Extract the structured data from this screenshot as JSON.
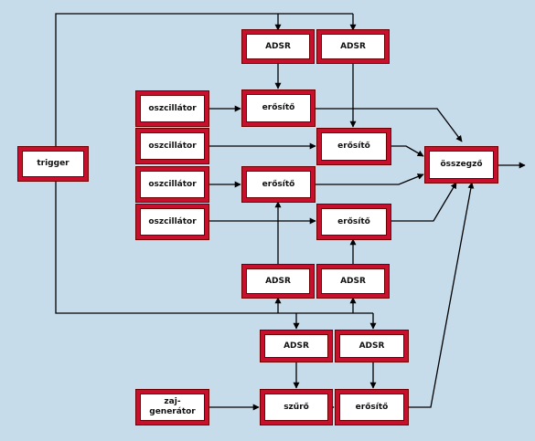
{
  "colors": {
    "background": "#c6dceb",
    "box_border": "#c8102e",
    "box_fill": "#ffffff",
    "line": "#000000"
  },
  "blocks": {
    "trigger": "trigger",
    "adsr_1": "ADSR",
    "adsr_2": "ADSR",
    "adsr_3": "ADSR",
    "adsr_4": "ADSR",
    "adsr_5": "ADSR",
    "adsr_6": "ADSR",
    "osc_1": "oszcillátor",
    "osc_2": "oszcillátor",
    "osc_3": "oszcillátor",
    "osc_4": "oszcillátor",
    "amp_1": "erősítő",
    "amp_2": "erősítő",
    "amp_3": "erősítő",
    "amp_4": "erősítő",
    "amp_5": "erősítő",
    "mixer": "összegző",
    "noise": "zaj-\ngenerátor",
    "filter": "szűrő"
  }
}
